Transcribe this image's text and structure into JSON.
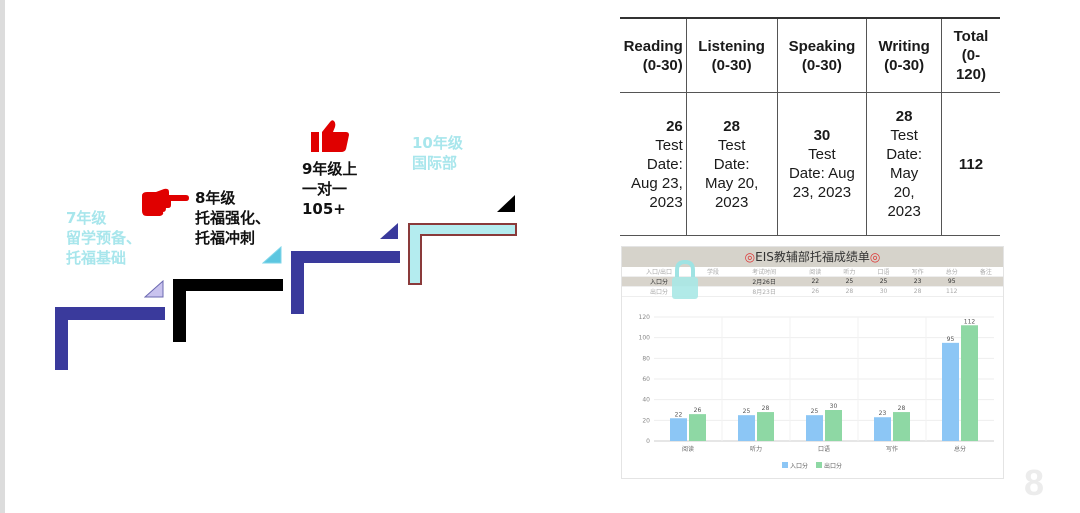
{
  "slide": {
    "page_number": "8"
  },
  "timeline": {
    "grade7": {
      "line1": "7年级",
      "line2": "留学预备、",
      "line3": "托福基础"
    },
    "grade8": {
      "line1": "8年级",
      "line2": "托福强化、",
      "line3": "托福冲刺"
    },
    "grade9": {
      "line1": "9年级上",
      "line2": "一对一",
      "line3": "105+"
    },
    "grade10": {
      "line1": "10年级",
      "line2": "国际部"
    },
    "colors": {
      "navy": "#3a3a9c",
      "black": "#000000",
      "teal": "#5cc6e0",
      "cyan_label": "#a8e6ec",
      "red_hand": "#e00000",
      "lightblue_step": "#b4ecef",
      "brown_outline": "#8a3a3a"
    }
  },
  "score_table": {
    "headers": [
      "Reading (0-30)",
      "Listening (0-30)",
      "Speaking (0-30)",
      "Writing (0-30)",
      "Total (0-120)"
    ],
    "reading_header": {
      "a": "Reading",
      "b": "(0-30)"
    },
    "listening_header": {
      "a": "Listening",
      "b": "(0-30)"
    },
    "speaking_header": {
      "a": "Speaking",
      "b": "(0-30)"
    },
    "writing_header": {
      "a": "Writing",
      "b": "(0-30)"
    },
    "total_header": {
      "a": "Total",
      "b": "(0-",
      "c": "120)"
    },
    "reading": {
      "score": "26",
      "l1": "Test",
      "l2": "Date:",
      "l3": "Aug 23,",
      "l4": "2023"
    },
    "listening": {
      "score": "28",
      "l1": "Test",
      "l2": "Date:",
      "l3": "May 20,",
      "l4": "2023"
    },
    "speaking": {
      "score": "30",
      "l1": "Test",
      "l2": "Date: Aug",
      "l3": "23, 2023"
    },
    "writing": {
      "score": "28",
      "l1": "Test",
      "l2": "Date:",
      "l3": "May",
      "l4": "20,",
      "l5": "2023"
    },
    "total": "112"
  },
  "report": {
    "title": "EIS教辅部托福成绩单",
    "table_header": [
      "入口/出口",
      "学段",
      "考试时间",
      "阅读",
      "听力",
      "口语",
      "写作",
      "总分",
      "备注"
    ],
    "row_in": [
      "入口分",
      "",
      "2月26日",
      "22",
      "25",
      "25",
      "23",
      "95",
      ""
    ],
    "row_out": [
      "出口分",
      "",
      "8月23日",
      "26",
      "28",
      "30",
      "28",
      "112",
      ""
    ]
  },
  "chart_data": {
    "type": "bar",
    "categories": [
      "阅读",
      "听力",
      "口语",
      "写作",
      "总分"
    ],
    "series": [
      {
        "name": "入口分",
        "values": [
          22,
          25,
          25,
          23,
          95
        ],
        "color": "#8cc6f5"
      },
      {
        "name": "出口分",
        "values": [
          26,
          28,
          30,
          28,
          112
        ],
        "color": "#8ed8a4"
      }
    ],
    "ylim": [
      0,
      120
    ],
    "yticks": [
      0,
      20,
      40,
      60,
      80,
      100,
      120
    ],
    "grid": true,
    "legend": "bottom"
  }
}
